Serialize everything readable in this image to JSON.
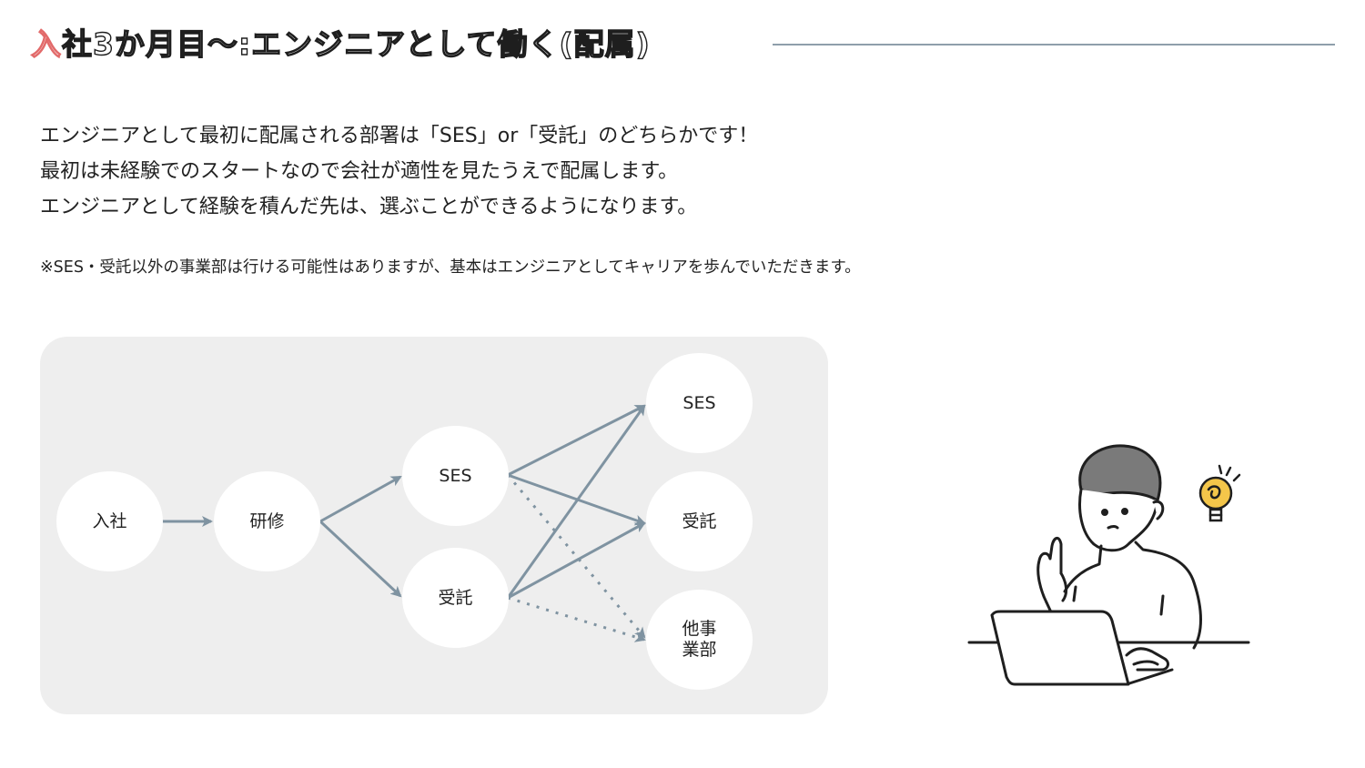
{
  "header": {
    "title_accent": "入",
    "title_rest": "社3か月目～:エンジニアとして働く(配属)"
  },
  "intro": {
    "lines": [
      "エンジニアとして最初に配属される部署は「SES」or「受託」のどちらかです！",
      "最初は未経験でのスタートなので会社が適性を見たうえで配属します。",
      "エンジニアとして経験を積んだ先は、選ぶことができるようになります。"
    ],
    "note": "※SES・受託以外の事業部は行ける可能性はありますが、基本はエンジニアとしてキャリアを歩んでいただきます。"
  },
  "flow": {
    "nodes": {
      "join": "入社",
      "training": "研修",
      "ses_first": "SES",
      "contract_first": "受託",
      "ses_final": "SES",
      "contract_final": "受託",
      "other_dept": "他事\n業部"
    }
  },
  "colors": {
    "accent": "#e26a6a",
    "arrow": "#7f93a1",
    "panel": "#eeeeee",
    "rule": "#8e9eab"
  },
  "illustration": {
    "icon": "person-at-laptop-with-lightbulb-icon"
  }
}
